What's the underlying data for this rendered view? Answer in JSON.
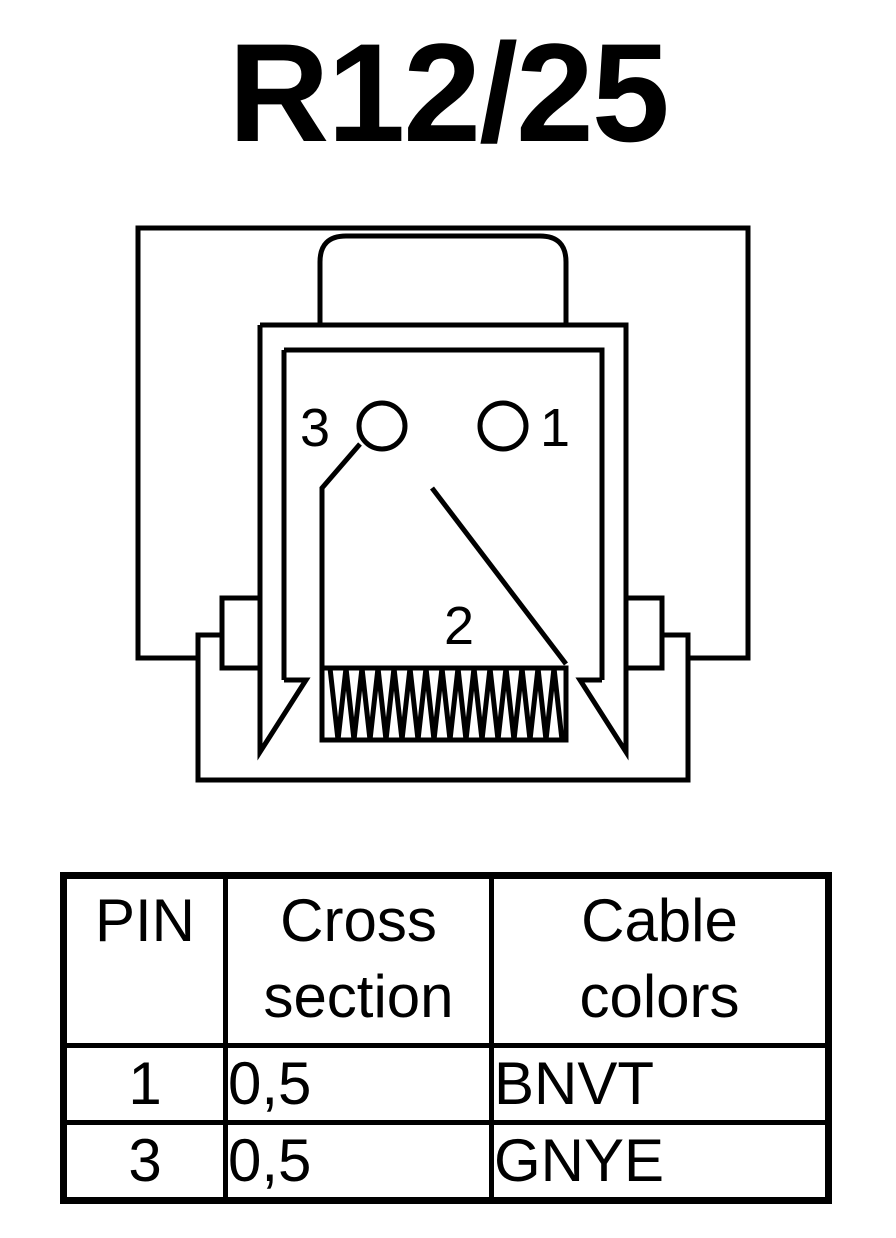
{
  "title": "R12/25",
  "diagram": {
    "pin_labels": [
      "3",
      "1",
      "2"
    ]
  },
  "table": {
    "headers": {
      "pin": "PIN",
      "cross_line1": "Cross",
      "cross_line2": "section",
      "cable_line1": "Cable",
      "cable_line2": "colors"
    },
    "rows": [
      {
        "pin": "1",
        "cross": "0,5",
        "color": "BNVT"
      },
      {
        "pin": "3",
        "cross": "0,5",
        "color": "GNYE"
      }
    ]
  }
}
